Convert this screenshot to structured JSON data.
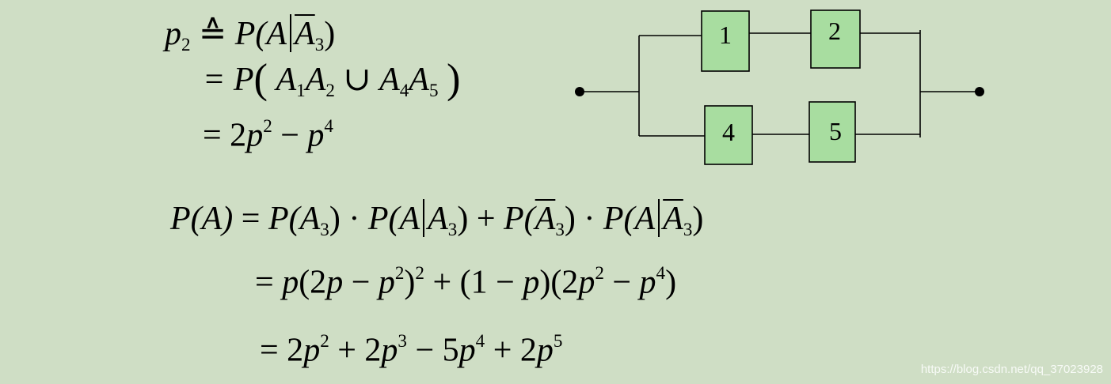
{
  "p2_block": {
    "lhs": "p",
    "lhs_sub": "2",
    "defeq": "≙",
    "line1": "P(A",
    "line1_bar": "A",
    "line1_sub": "3",
    "line1_close": ")",
    "line2_prefix": "= P",
    "line2_A1": "A",
    "line2_s1": "1",
    "line2_A2": "A",
    "line2_s2": "2",
    "line2_cup": "∪",
    "line2_A4": "A",
    "line2_s4": "4",
    "line2_A5": "A",
    "line2_s5": "5",
    "line3_prefix": "= 2",
    "line3_p1": "p",
    "line3_e1": "2",
    "line3_minus": "−",
    "line3_p2": "p",
    "line3_e2": "4"
  },
  "circuit": {
    "component_labels": [
      "1",
      "2",
      "4",
      "5"
    ],
    "box_fill": "#a8dda0",
    "line_color": "#000000"
  },
  "total_prob": {
    "line1": {
      "lhs": "P(A)",
      "eq": "=",
      "t1": "P(A",
      "t1_sub": "3",
      "t1_close": ")",
      "dot": "·",
      "t2": "P(A",
      "t2_A": "A",
      "t2_sub": "3",
      "t2_close": ")",
      "plus": "+",
      "t3": "P(",
      "t3_A": "A",
      "t3_sub": "3",
      "t3_close": ")",
      "t4": "P(A",
      "t4_A": "A",
      "t4_sub": "3",
      "t4_close": ")"
    },
    "line2": {
      "prefix": "= ",
      "a": "p",
      "b": "(2",
      "c": "p",
      "d": " − ",
      "e": "p",
      "e_sup": "2",
      "f": ")",
      "f_sup": "2",
      "g": " + (1 − ",
      "h": "p",
      "i": ")(2",
      "j": "p",
      "j_sup": "2",
      "k": " − ",
      "l": "p",
      "l_sup": "4",
      "m": ")"
    },
    "line3": {
      "prefix": "= 2",
      "p1": "p",
      "e1": "2",
      "t2": " + 2",
      "p2": "p",
      "e2": "3",
      "t3": " − 5",
      "p3": "p",
      "e3": "4",
      "t4": " + 2",
      "p4": "p",
      "e4": "5"
    }
  },
  "watermark": "https://blog.csdn.net/qq_37023928"
}
